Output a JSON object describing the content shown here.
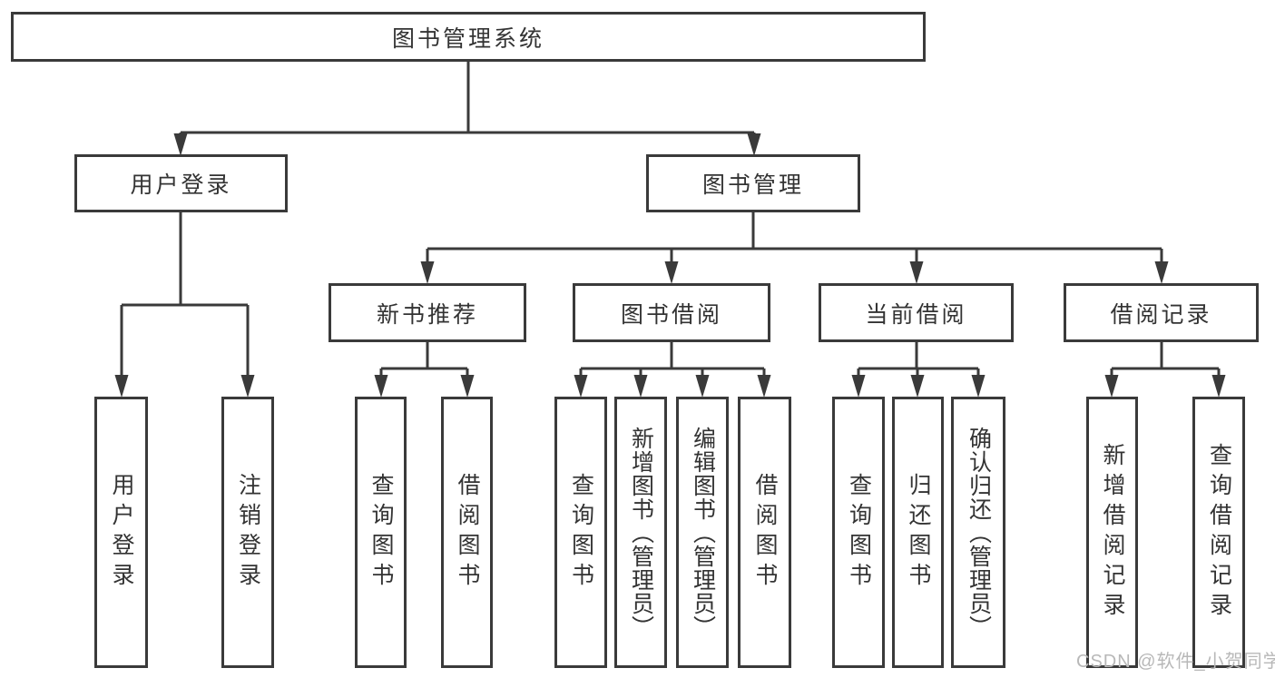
{
  "diagram": {
    "type": "tree",
    "title": "图书管理系统",
    "nodes": {
      "root": "图书管理系统",
      "user_login": "用户登录",
      "book_mgmt": "图书管理",
      "new_book_rec": "新书推荐",
      "book_borrow": "图书借阅",
      "current_borrow": "当前借阅",
      "borrow_records": "借阅记录",
      "ul_user_login": "用户登录",
      "ul_logout": "注销登录",
      "nb_query_books": "查询图书",
      "nb_borrow_books": "借阅图书",
      "bb_query_books": "查询图书",
      "bb_add_books": "新增图书（管理员）",
      "bb_edit_books": "编辑图书（管理员）",
      "bb_borrow_books": "借阅图书",
      "cb_query_books": "查询图书",
      "cb_return_books": "归还图书",
      "cb_confirm_return": "确认归还（管理员）",
      "br_add_record": "新增借阅记录",
      "br_query_record": "查询借阅记录"
    },
    "structure": [
      {
        "parent": "root",
        "children": [
          "user_login",
          "book_mgmt"
        ]
      },
      {
        "parent": "user_login",
        "children": [
          "ul_user_login",
          "ul_logout"
        ]
      },
      {
        "parent": "book_mgmt",
        "children": [
          "new_book_rec",
          "book_borrow",
          "current_borrow",
          "borrow_records"
        ]
      },
      {
        "parent": "new_book_rec",
        "children": [
          "nb_query_books",
          "nb_borrow_books"
        ]
      },
      {
        "parent": "book_borrow",
        "children": [
          "bb_query_books",
          "bb_add_books",
          "bb_edit_books",
          "bb_borrow_books"
        ]
      },
      {
        "parent": "current_borrow",
        "children": [
          "cb_query_books",
          "cb_return_books",
          "cb_confirm_return"
        ]
      },
      {
        "parent": "borrow_records",
        "children": [
          "br_add_record",
          "br_query_record"
        ]
      }
    ],
    "colors": {
      "line": "#3a3a3a",
      "text": "#333333",
      "box_fill": "#ffffff",
      "background": "#ffffff",
      "watermark": "#b8b8b8"
    }
  },
  "watermark": "CSDN @软件_小贺同学"
}
